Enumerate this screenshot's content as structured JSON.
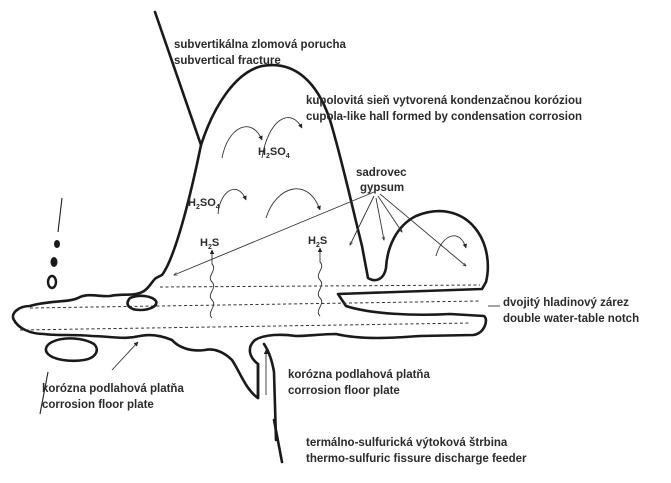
{
  "labels": {
    "fracture_sk": "subvertikálna zlomová porucha",
    "fracture_en": "subvertical fracture",
    "hall_sk": "kupolovitá sieň vytvorená kondenzačnou koróziou",
    "hall_en": "cupola-like hall formed by condensation corrosion",
    "gypsum_sk": "sadrovec",
    "gypsum_en": "gypsum",
    "notch_sk": "dvojitý hladinový zárez",
    "notch_en": "double water-table notch",
    "floor_left_sk": "korózna podlahová platňa",
    "floor_left_en": "corrosion floor plate",
    "floor_right_sk": "korózna podlahová platňa",
    "floor_right_en": "corrosion floor plate",
    "feeder_sk": "termálno-sulfurická výtoková štrbina",
    "feeder_en": "thermo-sulfuric fissure discharge feeder"
  },
  "chemistry": {
    "h2so4_a": {
      "main": "H",
      "sub": "2",
      "rest": "SO",
      "sub2": "4"
    },
    "h2so4_b": {
      "main": "H",
      "sub": "2",
      "rest": "SO",
      "sub2": "4"
    },
    "h2s_a": {
      "main": "H",
      "sub": "2",
      "rest": "S"
    },
    "h2s_b": {
      "main": "H",
      "sub": "2",
      "rest": "S"
    }
  }
}
